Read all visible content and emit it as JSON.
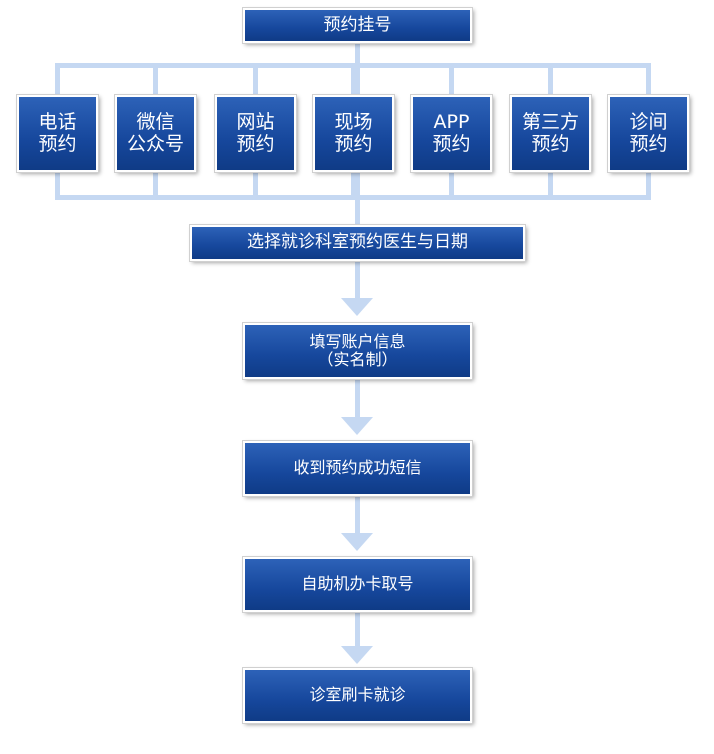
{
  "top": "预约挂号",
  "channels": [
    [
      "电话",
      "预约"
    ],
    [
      "微信",
      "公众号"
    ],
    [
      "网站",
      "预约"
    ],
    [
      "现场",
      "预约"
    ],
    [
      "APP",
      "预约"
    ],
    [
      "第三方",
      "预约"
    ],
    [
      "诊间",
      "预约"
    ]
  ],
  "steps": [
    "选择就诊科室预约医生与日期",
    "填写账户信息",
    "（实名制）",
    "收到预约成功短信",
    "自助机办卡取号",
    "诊室刷卡就诊"
  ]
}
